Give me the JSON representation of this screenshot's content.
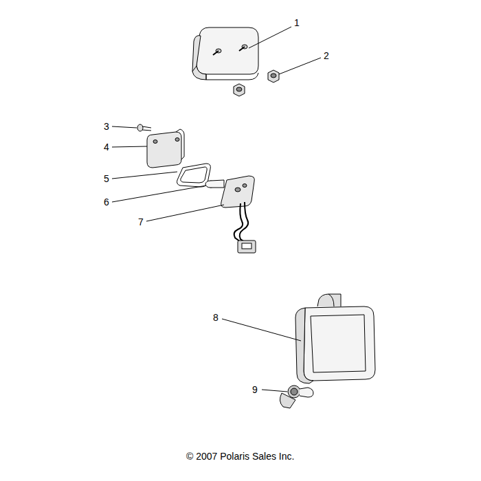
{
  "diagram": {
    "labels": [
      "1",
      "2",
      "3",
      "4",
      "5",
      "6",
      "7",
      "8",
      "9",
      "© 2007 Polaris Sales Inc."
    ]
  }
}
